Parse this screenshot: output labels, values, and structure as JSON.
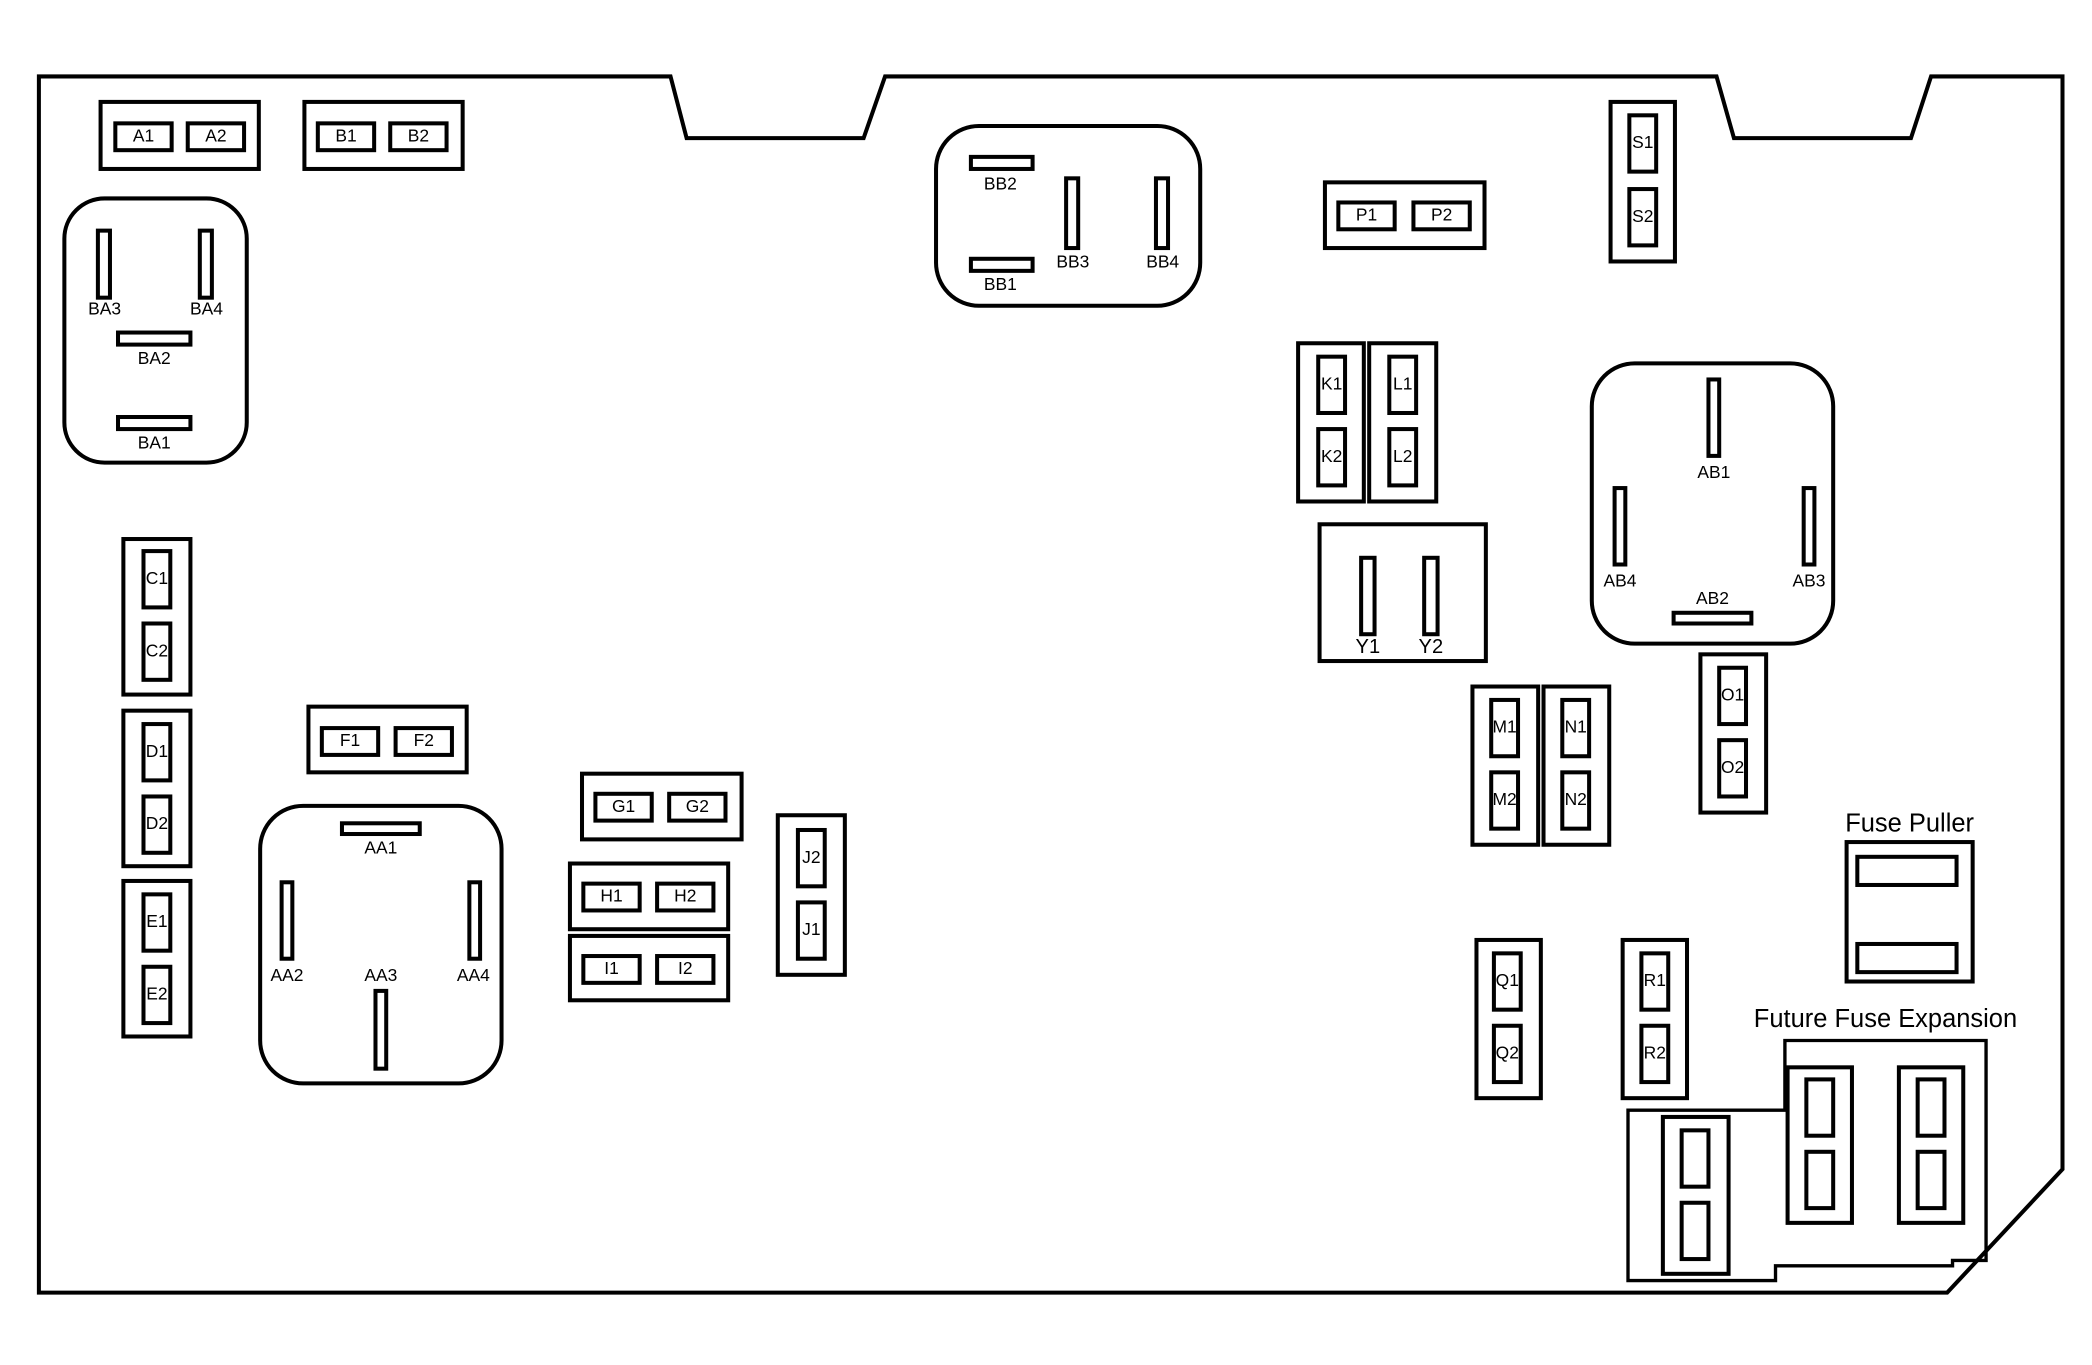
{
  "fuse_pairs": [
    {
      "id": "A",
      "a": "A1",
      "b": "A2"
    },
    {
      "id": "B",
      "a": "B1",
      "b": "B2"
    },
    {
      "id": "P",
      "a": "P1",
      "b": "P2"
    },
    {
      "id": "S",
      "a": "S1",
      "b": "S2"
    },
    {
      "id": "K",
      "a": "K1",
      "b": "K2"
    },
    {
      "id": "L",
      "a": "L1",
      "b": "L2"
    },
    {
      "id": "C",
      "a": "C1",
      "b": "C2"
    },
    {
      "id": "D",
      "a": "D1",
      "b": "D2"
    },
    {
      "id": "E",
      "a": "E1",
      "b": "E2"
    },
    {
      "id": "F",
      "a": "F1",
      "b": "F2"
    },
    {
      "id": "G",
      "a": "G1",
      "b": "G2"
    },
    {
      "id": "H",
      "a": "H1",
      "b": "H2"
    },
    {
      "id": "I",
      "a": "I1",
      "b": "I2"
    },
    {
      "id": "J",
      "a": "J2",
      "b": "J1"
    },
    {
      "id": "M",
      "a": "M1",
      "b": "M2"
    },
    {
      "id": "N",
      "a": "N1",
      "b": "N2"
    },
    {
      "id": "O",
      "a": "O1",
      "b": "O2"
    },
    {
      "id": "Q",
      "a": "Q1",
      "b": "Q2"
    },
    {
      "id": "R",
      "a": "R1",
      "b": "R2"
    }
  ],
  "relays": [
    {
      "id": "BA",
      "terminals": [
        "BA3",
        "BA4",
        "BA2",
        "BA1"
      ]
    },
    {
      "id": "BB",
      "terminals": [
        "BB2",
        "BB3",
        "BB4",
        "BB1"
      ]
    },
    {
      "id": "AB",
      "terminals": [
        "AB1",
        "AB4",
        "AB3",
        "AB2"
      ]
    },
    {
      "id": "AA",
      "terminals": [
        "AA1",
        "AA2",
        "AA3",
        "AA4"
      ]
    }
  ],
  "diode_block": {
    "terminals": [
      "Y1",
      "Y2"
    ]
  },
  "labels": {
    "fuse_puller": "Fuse Puller",
    "future_fuse_expansion": "Future Fuse Expansion"
  }
}
